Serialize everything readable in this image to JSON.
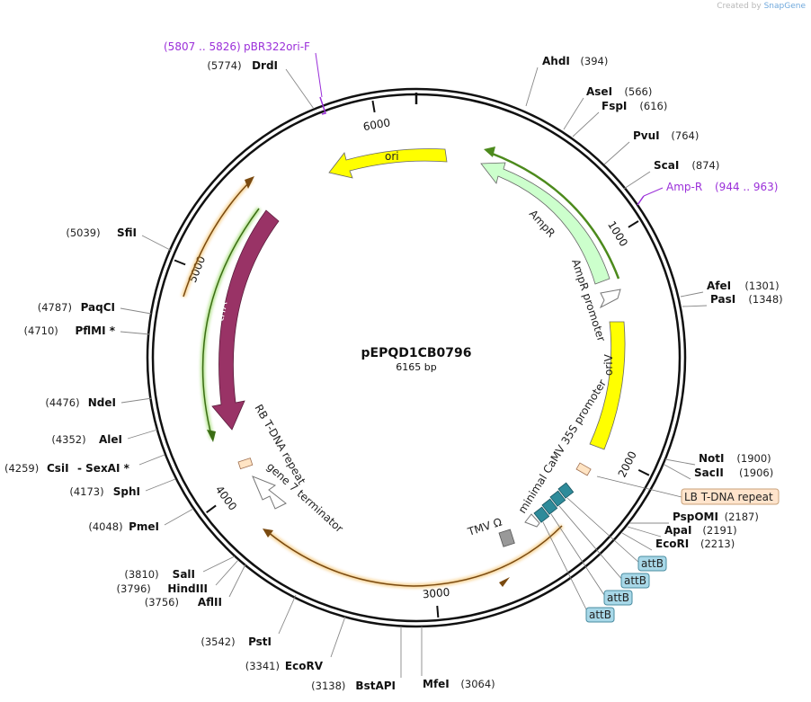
{
  "credit": {
    "prefix": "Created by",
    "brand": "SnapGene"
  },
  "plasmid": {
    "name": "pEPQD1CB0796",
    "size_label": "6165 bp",
    "length": 6165
  },
  "ticks": [
    {
      "bp": 1000,
      "label": "1000"
    },
    {
      "bp": 2000,
      "label": "2000"
    },
    {
      "bp": 3000,
      "label": "3000"
    },
    {
      "bp": 4000,
      "label": "4000"
    },
    {
      "bp": 5000,
      "label": "5000"
    },
    {
      "bp": 6000,
      "label": "6000"
    }
  ],
  "enzymes": [
    {
      "name": "AhdI",
      "pos": "(394)"
    },
    {
      "name": "AseI",
      "pos": "(566)"
    },
    {
      "name": "FspI",
      "pos": "(616)"
    },
    {
      "name": "PvuI",
      "pos": "(764)"
    },
    {
      "name": "ScaI",
      "pos": "(874)"
    },
    {
      "name": "AfeI",
      "pos": "(1301)"
    },
    {
      "name": "PasI",
      "pos": "(1348)"
    },
    {
      "name": "NotI",
      "pos": "(1900)"
    },
    {
      "name": "SacII",
      "pos": "(1906)"
    },
    {
      "name": "PspOMI",
      "pos": "(2187)"
    },
    {
      "name": "ApaI",
      "pos": "(2191)"
    },
    {
      "name": "EcoRI",
      "pos": "(2213)"
    },
    {
      "name": "MfeI",
      "pos": "(3064)"
    },
    {
      "name": "BstAPI",
      "pos": "(3138)"
    },
    {
      "name": "EcoRV",
      "pos": "(3341)"
    },
    {
      "name": "PstI",
      "pos": "(3542)"
    },
    {
      "name": "AflII",
      "pos": "(3756)"
    },
    {
      "name": "HindIII",
      "pos": "(3796)"
    },
    {
      "name": "SalI",
      "pos": "(3810)"
    },
    {
      "name": "PmeI",
      "pos": "(4048)"
    },
    {
      "name": "SphI",
      "pos": "(4173)"
    },
    {
      "name": "CsiI",
      "pos": "(4259)",
      "extra": "-  SexAI *"
    },
    {
      "name": "AleI",
      "pos": "(4352)"
    },
    {
      "name": "NdeI",
      "pos": "(4476)"
    },
    {
      "name": "PflMI *",
      "pos": "(4710)"
    },
    {
      "name": "PaqCI",
      "pos": "(4787)"
    },
    {
      "name": "SfiI",
      "pos": "(5039)"
    },
    {
      "name": "DrdI",
      "pos": "(5774)"
    }
  ],
  "primers": [
    {
      "name": "pBR322ori-F",
      "pos": "(5807 .. 5826)"
    },
    {
      "name": "Amp-R",
      "pos": "(944 .. 963)"
    }
  ],
  "features": [
    {
      "name": "ori",
      "color": "#ffff00"
    },
    {
      "name": "AmpR",
      "color": "#ccffcc"
    },
    {
      "name": "AmpR promoter",
      "color": "#ffffff"
    },
    {
      "name": "oriV",
      "color": "#ffff00"
    },
    {
      "name": "minimal CaMV 35S promoter",
      "color": "#ffffff"
    },
    {
      "name": "TMV Ω",
      "color": "#999999"
    },
    {
      "name": "RB T-DNA repeat",
      "color": "#ffe4c4"
    },
    {
      "name": "gene 7 terminator",
      "color": "#ffffff"
    },
    {
      "name": "trfA",
      "color": "#993366"
    },
    {
      "name": "LB T-DNA repeat",
      "color": "#ffe4c4"
    },
    {
      "name": "attB",
      "color": "#2e8b9a"
    }
  ],
  "boxed_labels": [
    {
      "text": "LB T-DNA repeat",
      "fill": "#ffe4cc",
      "stroke": "#c8a27a"
    },
    {
      "text": "attB",
      "fill": "#a8d8e8",
      "stroke": "#4a8ca0"
    },
    {
      "text": "attB",
      "fill": "#a8d8e8",
      "stroke": "#4a8ca0"
    },
    {
      "text": "attB",
      "fill": "#a8d8e8",
      "stroke": "#4a8ca0"
    },
    {
      "text": "attB",
      "fill": "#a8d8e8",
      "stroke": "#4a8ca0"
    }
  ]
}
